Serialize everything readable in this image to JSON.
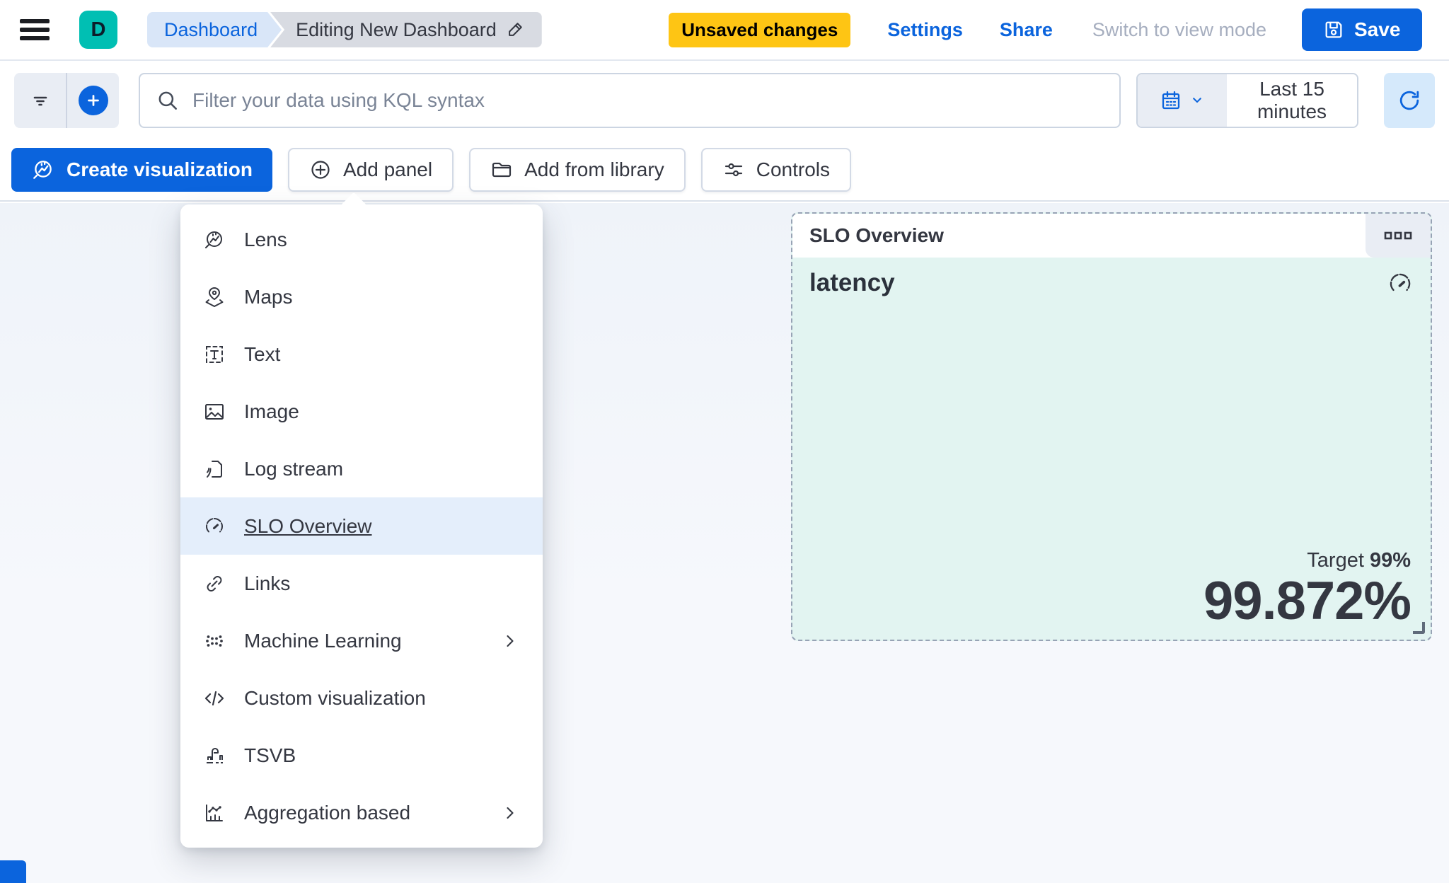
{
  "header": {
    "space_initial": "D",
    "breadcrumbs": [
      {
        "label": "Dashboard"
      },
      {
        "label": "Editing New Dashboard"
      }
    ],
    "unsaved_badge": "Unsaved changes",
    "settings_label": "Settings",
    "share_label": "Share",
    "view_mode_label": "Switch to view mode",
    "save_label": "Save"
  },
  "query_bar": {
    "search_placeholder": "Filter your data using KQL syntax",
    "search_value": "",
    "time_range": "Last 15 minutes"
  },
  "toolbar": {
    "create_visualization_label": "Create visualization",
    "add_panel_label": "Add panel",
    "add_from_library_label": "Add from library",
    "controls_label": "Controls"
  },
  "add_panel_menu": {
    "items": [
      {
        "label": "Lens",
        "icon": "lens-icon",
        "has_submenu": false,
        "highlighted": false
      },
      {
        "label": "Maps",
        "icon": "maps-icon",
        "has_submenu": false,
        "highlighted": false
      },
      {
        "label": "Text",
        "icon": "text-icon",
        "has_submenu": false,
        "highlighted": false
      },
      {
        "label": "Image",
        "icon": "image-icon",
        "has_submenu": false,
        "highlighted": false
      },
      {
        "label": "Log stream",
        "icon": "log-stream-icon",
        "has_submenu": false,
        "highlighted": false
      },
      {
        "label": "SLO Overview",
        "icon": "gauge-icon",
        "has_submenu": false,
        "highlighted": true
      },
      {
        "label": "Links",
        "icon": "link-icon",
        "has_submenu": false,
        "highlighted": false
      },
      {
        "label": "Machine Learning",
        "icon": "machine-learning-icon",
        "has_submenu": true,
        "highlighted": false
      },
      {
        "label": "Custom visualization",
        "icon": "code-icon",
        "has_submenu": false,
        "highlighted": false
      },
      {
        "label": "TSVB",
        "icon": "tsvb-icon",
        "has_submenu": false,
        "highlighted": false
      },
      {
        "label": "Aggregation based",
        "icon": "aggregation-icon",
        "has_submenu": true,
        "highlighted": false
      }
    ]
  },
  "slo_panel": {
    "title": "SLO Overview",
    "slo_name": "latency",
    "target_label": "Target",
    "target_value": "99%",
    "observed_value": "99.872%"
  },
  "colors": {
    "primary_blue": "#0b64dd",
    "warning_badge_yellow": "#fec514",
    "space_avatar_teal": "#00bfb3",
    "panel_body_teal": "#e2f4f1",
    "canvas_background": "#f1f4f9",
    "menu_highlight_blue": "#e4eefb",
    "text_dark": "#343741",
    "disabled_gray": "#a6aebf"
  }
}
